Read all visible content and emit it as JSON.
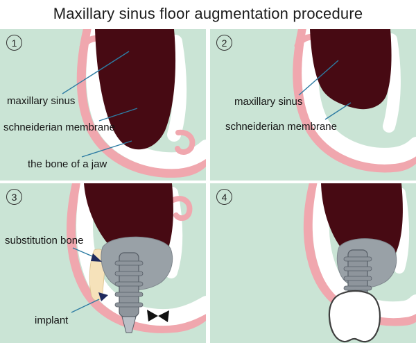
{
  "title": "Maxillary sinus floor augmentation procedure",
  "panels": [
    {
      "number": "1",
      "labels": [
        {
          "text": "maxillary sinus"
        },
        {
          "text": "schneiderian membrane"
        },
        {
          "text": "the bone of a jaw"
        }
      ]
    },
    {
      "number": "2",
      "labels": [
        {
          "text": "maxillary sinus"
        },
        {
          "text": "schneiderian membrane"
        }
      ]
    },
    {
      "number": "3",
      "labels": [
        {
          "text": "substitution bone"
        },
        {
          "text": "implant"
        }
      ]
    },
    {
      "number": "4",
      "labels": []
    }
  ],
  "colors": {
    "background": "#ffffff",
    "panel_background": "#cae4d5",
    "sinus": "#470a13",
    "tissue_pink": "#f0a7ae",
    "bone_white": "#ffffff",
    "graft_gray": "#99a1a7",
    "substitution_bone_cream": "#f6e2ba",
    "implant_gray": "#8e959c",
    "implant_tip_gray": "#b9bfc6",
    "leader_line": "#2d7ca3",
    "arrow_navy": "#1f2a5e",
    "suture_black": "#111111",
    "text": "#161616"
  }
}
